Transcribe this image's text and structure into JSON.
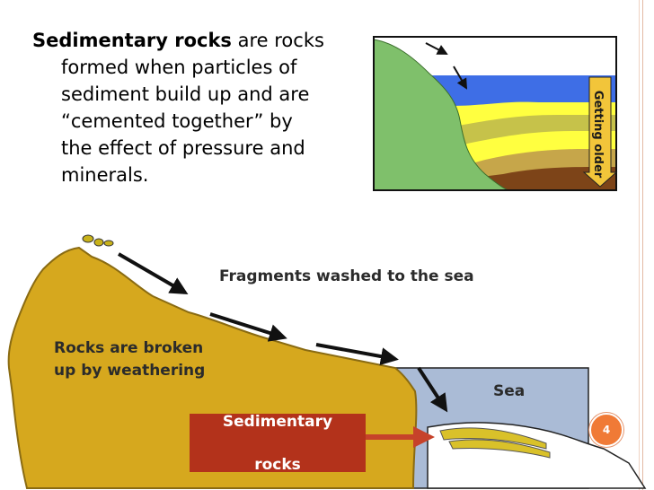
{
  "intro": {
    "term": "Sedimentary rocks",
    "line1_rest": " are rocks",
    "line2": "formed when particles of",
    "line3": "sediment build up and are",
    "line4": "“cemented together” by",
    "line5": "the effect of pressure and",
    "line6": "minerals."
  },
  "inset": {
    "age_label": "Getting older"
  },
  "diagram": {
    "fragments_label": "Fragments washed to the sea",
    "weathering_line1": "Rocks are broken",
    "weathering_line2": "up by weathering",
    "sea_label": "Sea",
    "sedimentary_line1": "Sedimentary",
    "sedimentary_line2": "rocks"
  },
  "page_number": "4",
  "colors": {
    "rock": "#d6a81e",
    "sea": "#aabbd6",
    "label_box": "#b3321b",
    "badge": "#f07a36",
    "land": "#7fc06b",
    "water": "#3e6ee6",
    "sediment_light": "#ffff40",
    "sediment_olive": "#c6c24a",
    "sediment_brown": "#7d4418"
  }
}
